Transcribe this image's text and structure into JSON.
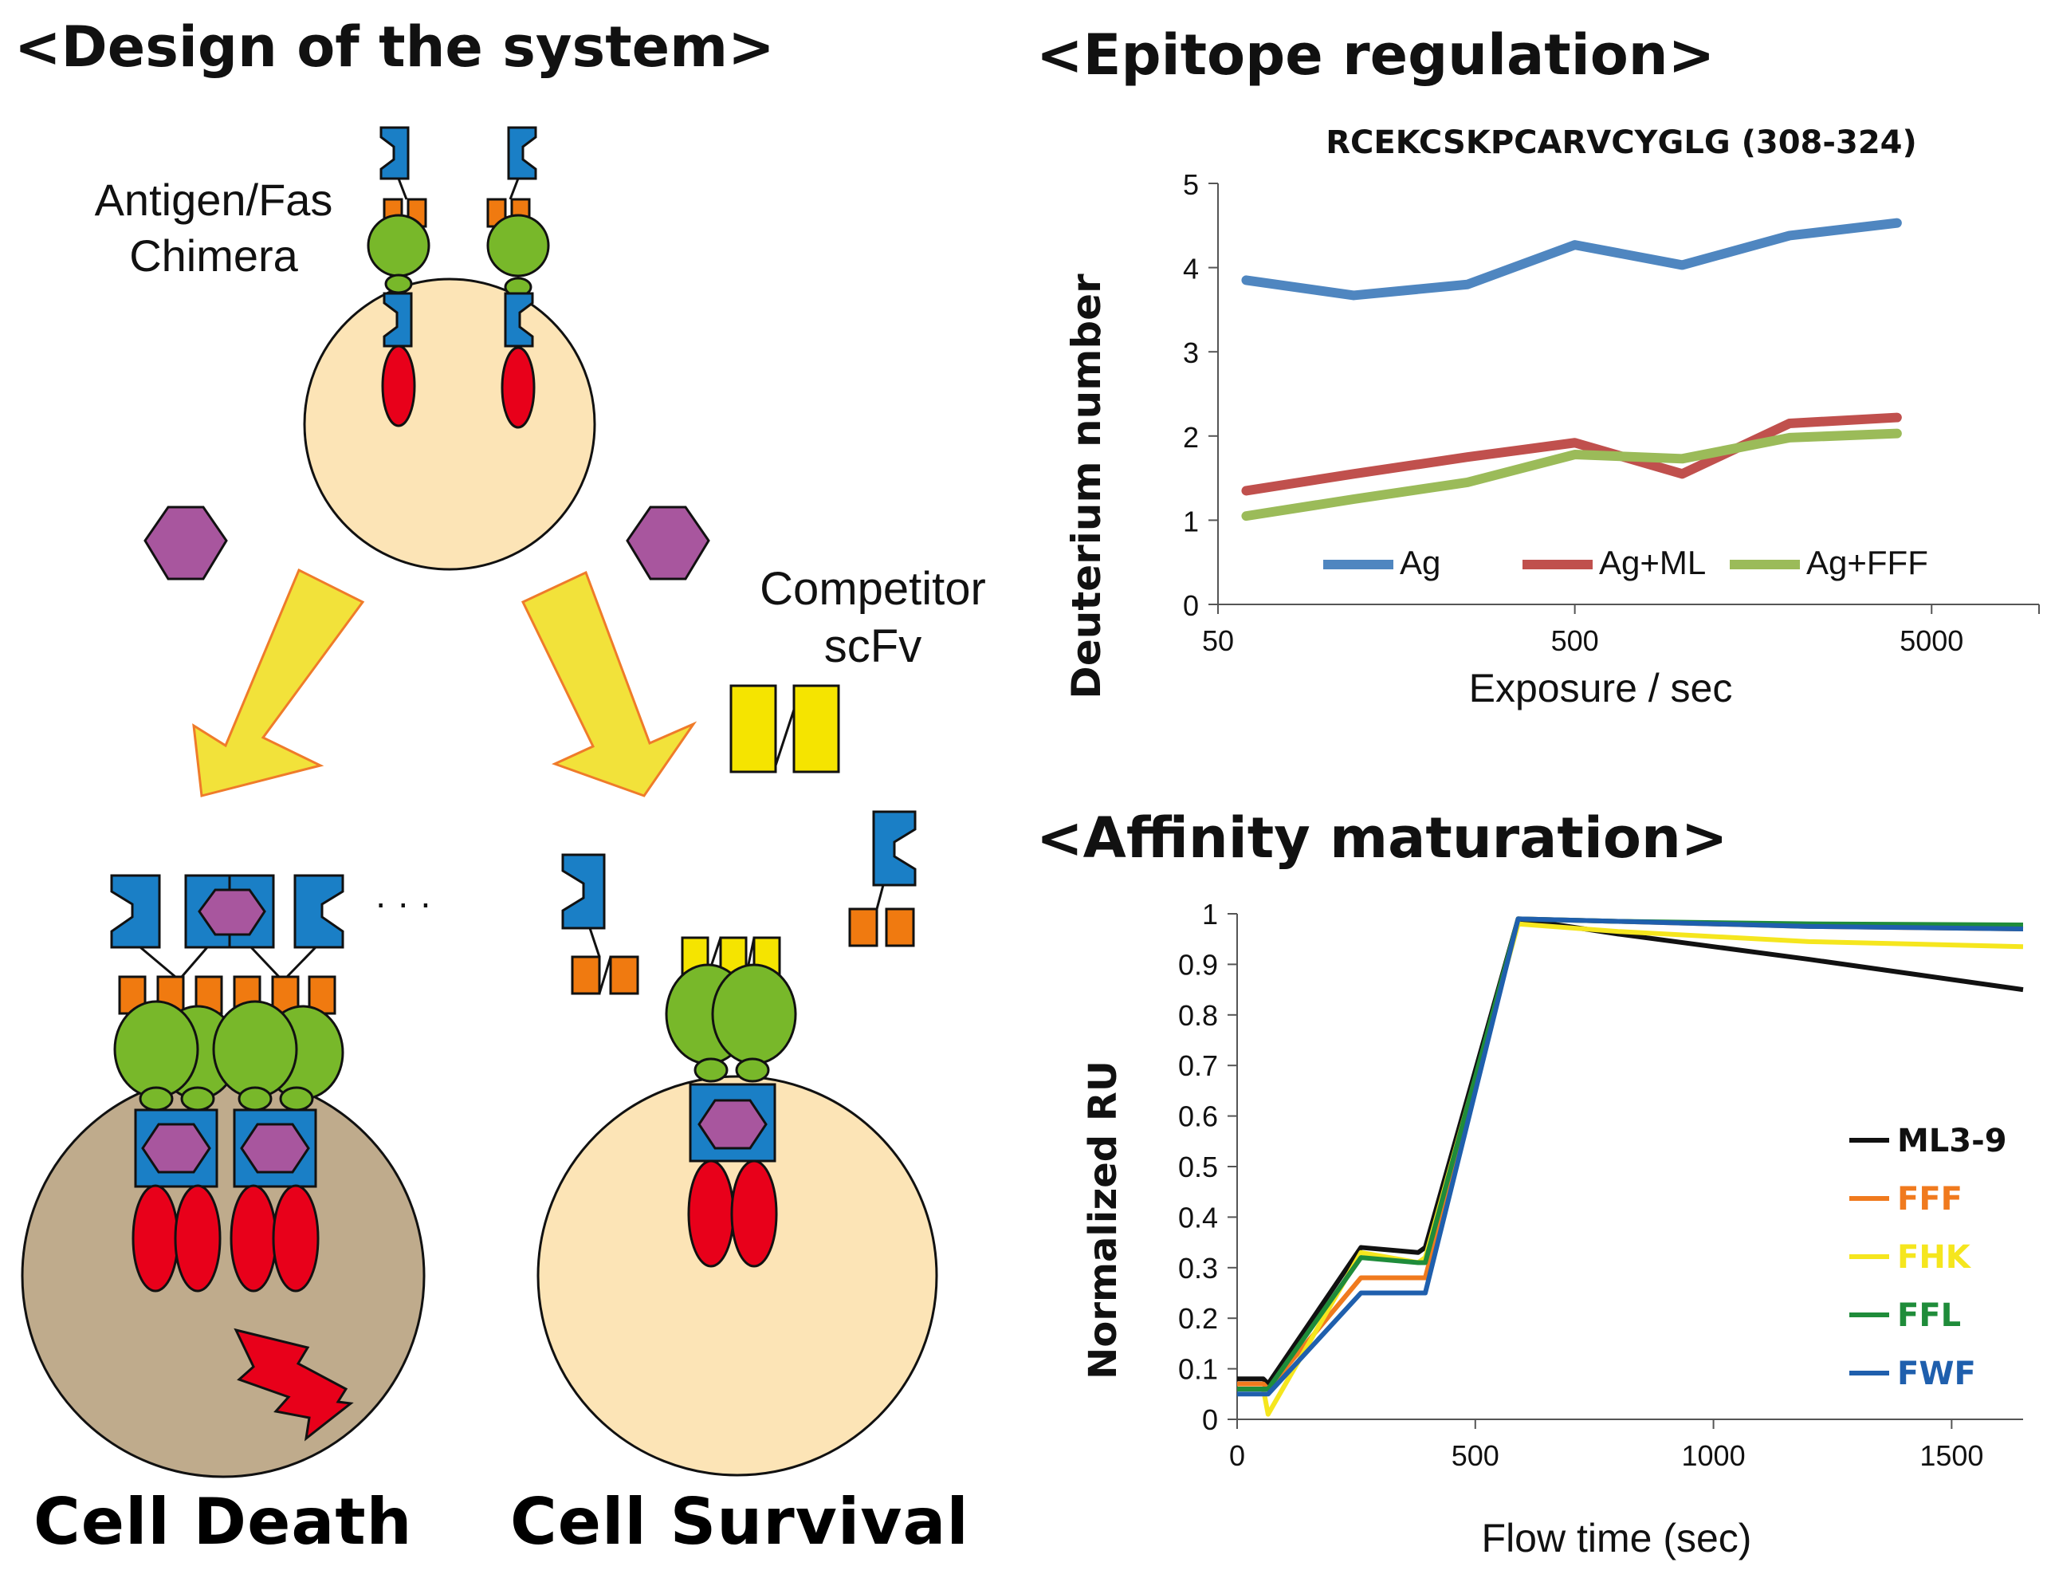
{
  "headings": {
    "design": "<Design of the system>",
    "epitope": "<Epitope regulation>",
    "affinity": "<Affinity maturation>"
  },
  "diagram": {
    "chimera_label_line1": "Antigen/Fas",
    "chimera_label_line2": "Chimera",
    "competitor_line1": "Competitor",
    "competitor_line2": "scFv",
    "ellipsis": "· · ·",
    "cell_death": "Cell Death",
    "cell_survival": "Cell Survival",
    "colors": {
      "antibody_blue": "#1a7fc6",
      "linker_orange": "#f07a10",
      "fas_green": "#78b82a",
      "death_domain_red": "#e8001a",
      "hexagon_purple": "#a8569e",
      "cell_light": "#fce4b6",
      "cell_dark": "#bfab8c",
      "arrow_yellow": "#f2e23a",
      "competitor_yellow": "#f5e400"
    }
  },
  "chart_data": [
    {
      "type": "line",
      "title": "RCEKCSKPCARVCYGLG (308-324)",
      "xlabel": "Exposure / sec",
      "ylabel": "Deuterium number",
      "xscale": "log",
      "xlim": [
        50,
        10000
      ],
      "ylim": [
        0,
        5
      ],
      "xticks": [
        "50",
        "500",
        "5000"
      ],
      "yticks": [
        "0",
        "1",
        "2",
        "3",
        "4",
        "5"
      ],
      "x": [
        60,
        120,
        250,
        500,
        1000,
        2000,
        4000
      ],
      "legend_position": "bottom",
      "series": [
        {
          "name": "Ag",
          "color": "#4f86c0",
          "values": [
            3.85,
            3.67,
            3.8,
            4.27,
            4.03,
            4.38,
            4.53
          ]
        },
        {
          "name": "Ag+ML",
          "color": "#c0504d",
          "values": [
            1.35,
            1.55,
            1.75,
            1.92,
            1.55,
            2.15,
            2.22
          ]
        },
        {
          "name": "Ag+FFF",
          "color": "#9bbb59",
          "values": [
            1.05,
            1.25,
            1.45,
            1.78,
            1.73,
            1.98,
            2.03
          ]
        }
      ]
    },
    {
      "type": "line",
      "title": "",
      "xlabel": "Flow time (sec)",
      "ylabel": "Normalized RU",
      "xlim": [
        0,
        1650
      ],
      "ylim": [
        0,
        1
      ],
      "xticks": [
        "0",
        "500",
        "1000",
        "1500"
      ],
      "yticks": [
        "0",
        "0.1",
        "0.2",
        "0.3",
        "0.4",
        "0.5",
        "0.6",
        "0.7",
        "0.8",
        "0.9",
        "1"
      ],
      "legend_position": "right",
      "series": [
        {
          "name": "ML3-9",
          "color": "#111111",
          "x": [
            0,
            55,
            65,
            260,
            380,
            395,
            590,
            800,
            1200,
            1650
          ],
          "values": [
            0.08,
            0.08,
            0.07,
            0.34,
            0.33,
            0.34,
            0.99,
            0.96,
            0.91,
            0.85
          ]
        },
        {
          "name": "FFF",
          "color": "#f07a1e",
          "x": [
            0,
            55,
            65,
            260,
            380,
            395,
            590,
            800,
            1200,
            1650
          ],
          "values": [
            0.07,
            0.07,
            0.06,
            0.28,
            0.28,
            0.28,
            0.99,
            0.985,
            0.975,
            0.97
          ]
        },
        {
          "name": "FHK",
          "color": "#f5e61e",
          "x": [
            0,
            55,
            65,
            260,
            380,
            395,
            590,
            800,
            1200,
            1650
          ],
          "values": [
            0.06,
            0.06,
            0.01,
            0.33,
            0.31,
            0.32,
            0.98,
            0.965,
            0.945,
            0.935
          ]
        },
        {
          "name": "FFL",
          "color": "#1f8c3a",
          "x": [
            0,
            55,
            65,
            260,
            380,
            395,
            590,
            800,
            1200,
            1650
          ],
          "values": [
            0.06,
            0.06,
            0.06,
            0.32,
            0.31,
            0.31,
            0.99,
            0.985,
            0.98,
            0.978
          ]
        },
        {
          "name": "FWF",
          "color": "#1f5fad",
          "x": [
            0,
            55,
            65,
            260,
            380,
            395,
            590,
            800,
            1200,
            1650
          ],
          "values": [
            0.05,
            0.05,
            0.05,
            0.25,
            0.25,
            0.25,
            0.99,
            0.985,
            0.975,
            0.97
          ]
        }
      ]
    }
  ]
}
